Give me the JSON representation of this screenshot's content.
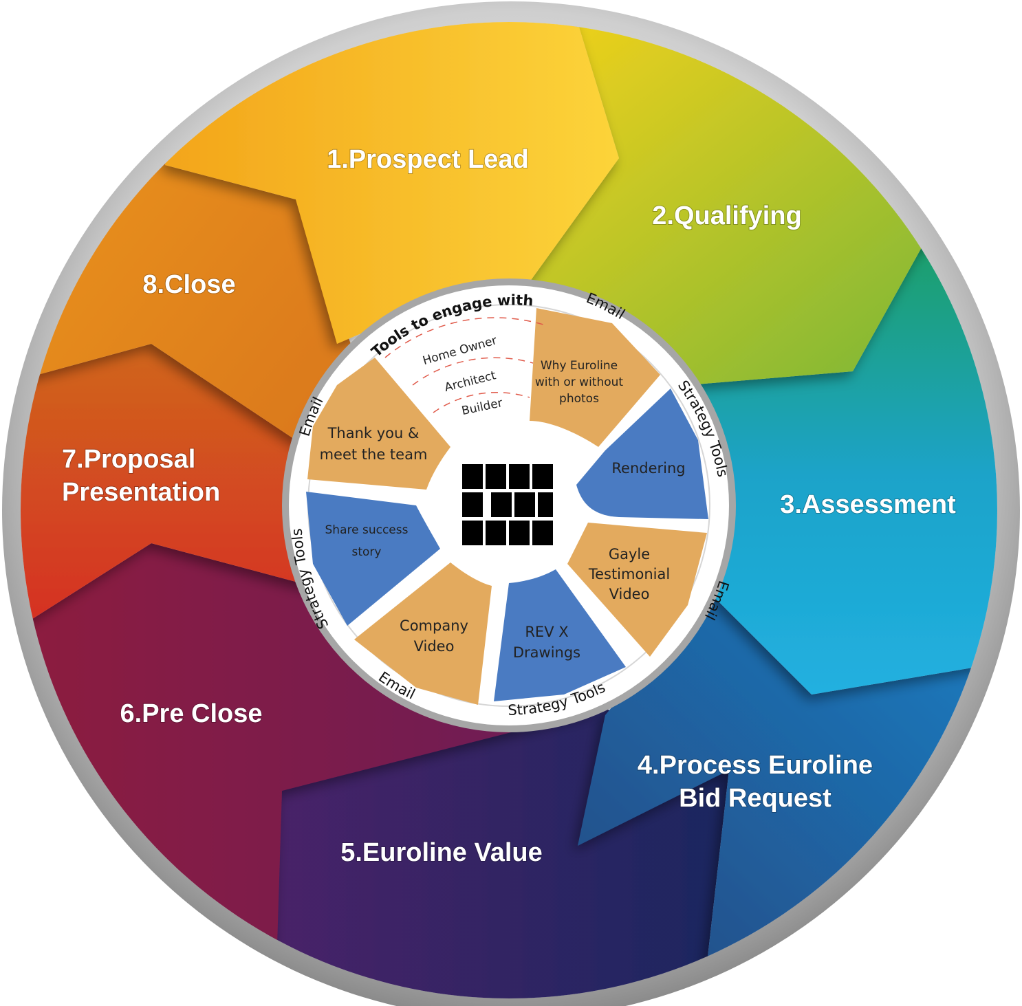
{
  "stages": [
    {
      "id": "prospect-lead",
      "lines": [
        "1.Prospect Lead"
      ]
    },
    {
      "id": "qualifying",
      "lines": [
        "2.Qualifying"
      ]
    },
    {
      "id": "assessment",
      "lines": [
        "3.Assessment"
      ]
    },
    {
      "id": "process-bid",
      "lines": [
        "4.Process Euroline",
        "Bid Request"
      ]
    },
    {
      "id": "euroline-value",
      "lines": [
        "5.Euroline Value"
      ]
    },
    {
      "id": "pre-close",
      "lines": [
        "6.Pre Close"
      ]
    },
    {
      "id": "proposal",
      "lines": [
        "7.Proposal",
        "Presentation"
      ]
    },
    {
      "id": "close",
      "lines": [
        "8.Close"
      ]
    }
  ],
  "inner": {
    "heading": "Tools to engage with",
    "audiences": [
      "Home Owner",
      "Architect",
      "Builder"
    ],
    "tools": [
      {
        "id": "why-euroline",
        "lines": [
          "Why Euroline",
          "with or without",
          "photos"
        ],
        "channel": "Email",
        "color": "#e3aa5e"
      },
      {
        "id": "rendering",
        "lines": [
          "Rendering"
        ],
        "channel": "Strategy Tools",
        "color": "#4a7bc2"
      },
      {
        "id": "gayle-video",
        "lines": [
          "Gayle",
          "Testimonial",
          "Video"
        ],
        "channel": "Email",
        "color": "#e3aa5e"
      },
      {
        "id": "rev-x",
        "lines": [
          "REV X",
          "Drawings"
        ],
        "channel": "Strategy Tools",
        "color": "#4a7bc2"
      },
      {
        "id": "company-video",
        "lines": [
          "Company",
          "Video"
        ],
        "channel": "Email",
        "color": "#e3aa5e"
      },
      {
        "id": "success-story",
        "lines": [
          "Share success",
          "story"
        ],
        "channel": "Strategy Tools",
        "color": "#4a7bc2"
      },
      {
        "id": "thank-you",
        "lines": [
          "Thank you &",
          "meet the team"
        ],
        "channel": "Email",
        "color": "#e3aa5e"
      }
    ]
  },
  "colors": {
    "prospect": "#f6b419",
    "qualifying": "#8fbf3a",
    "assessment": "#1aa3c9",
    "process": "#1f67a8",
    "value": "#2b1d66",
    "preclose": "#7a1650",
    "proposal": "#cf3a22",
    "close": "#e58a1c",
    "tool_orange": "#e3aa5e",
    "tool_blue": "#4a7bc2",
    "rim": "#8d8d8d"
  }
}
